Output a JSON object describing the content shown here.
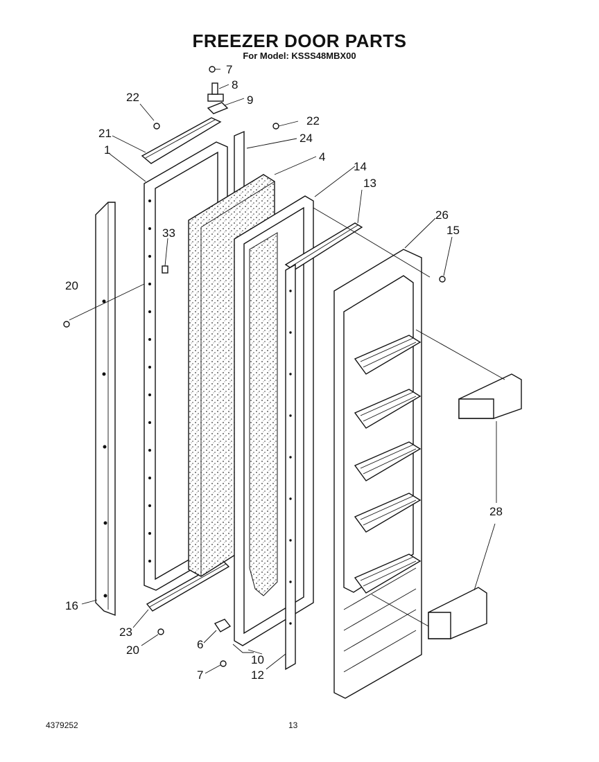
{
  "header": {
    "title": "FREEZER DOOR PARTS",
    "subtitle": "For Model: KSSS48MBX00"
  },
  "footer": {
    "doc_number": "4379252",
    "page_number": "13"
  },
  "part_labels": {
    "p1": "1",
    "p4": "4",
    "p6": "6",
    "p7a": "7",
    "p7b": "7",
    "p8": "8",
    "p9": "9",
    "p10": "10",
    "p12": "12",
    "p13": "13",
    "p14": "14",
    "p15": "15",
    "p16": "16",
    "p20a": "20",
    "p20b": "20",
    "p21": "21",
    "p22a": "22",
    "p22b": "22",
    "p23": "23",
    "p24": "24",
    "p26": "26",
    "p28": "28",
    "p33": "33"
  }
}
